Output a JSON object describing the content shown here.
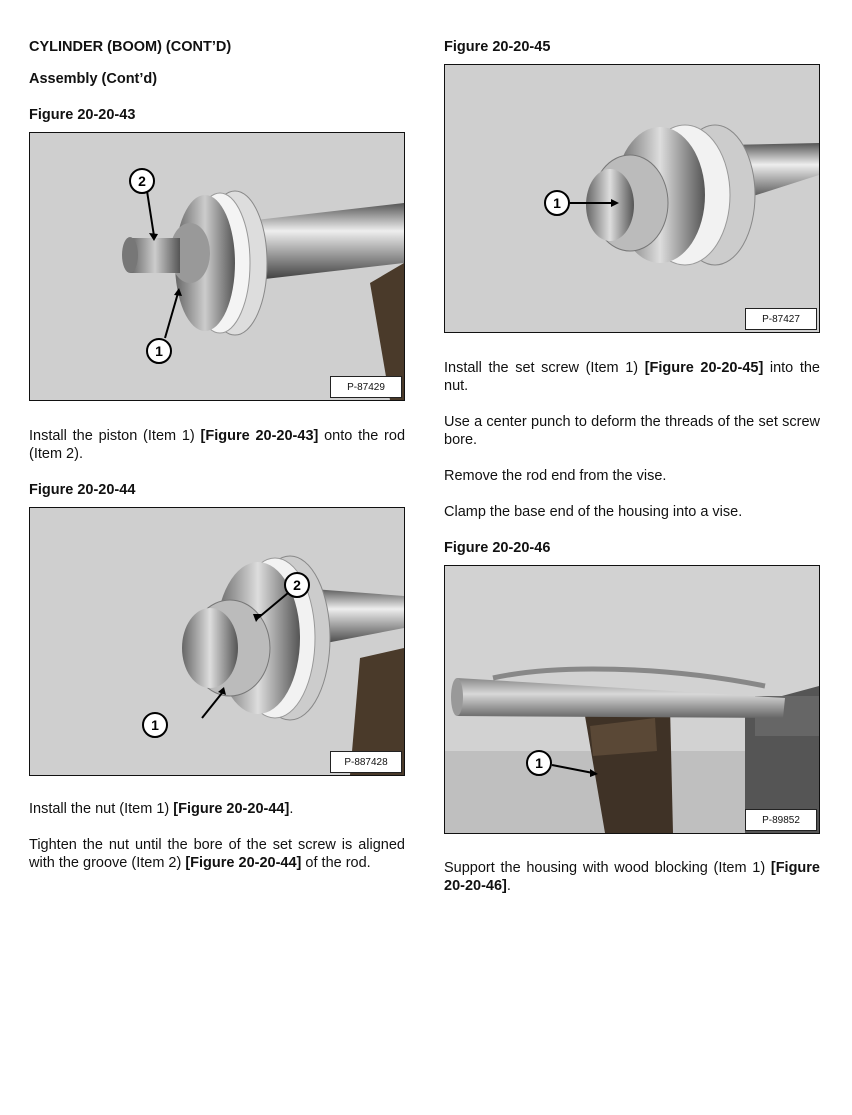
{
  "header": {
    "title": "CYLINDER (BOOM) (CONT’D)",
    "subtitle": "Assembly (Cont’d)"
  },
  "figures": {
    "f43": {
      "label": "Figure 20-20-43",
      "pnum": "P-87429",
      "callouts": [
        "2",
        "1"
      ]
    },
    "f44": {
      "label": "Figure 20-20-44",
      "pnum": "P-887428",
      "callouts": [
        "2",
        "1"
      ]
    },
    "f45": {
      "label": "Figure 20-20-45",
      "pnum": "P-87427",
      "callouts": [
        "1"
      ]
    },
    "f46": {
      "label": "Figure 20-20-46",
      "pnum": "P-89852",
      "callouts": [
        "1"
      ]
    }
  },
  "text": {
    "p1": {
      "a": "Install the piston (Item 1) ",
      "b": "[Figure 20-20-43]",
      "c": " onto the rod (Item 2)."
    },
    "p2": {
      "a": "Install the nut (Item 1) ",
      "b": "[Figure 20-20-44]",
      "c": "."
    },
    "p3": {
      "a": "Tighten the nut until the bore of the set screw is aligned with the groove (Item 2) ",
      "b": "[Figure 20-20-44]",
      "c": " of the rod."
    },
    "p4": {
      "a": "Install the set screw (Item 1) ",
      "b": "[Figure 20-20-45]",
      "c": " into the nut."
    },
    "p5": "Use a center punch to deform the threads of the set screw bore.",
    "p6": "Remove the rod end from the vise.",
    "p7": "Clamp the base end of the housing into a vise.",
    "p8": {
      "a": "Support the housing with wood blocking (Item 1) ",
      "b": "[Figure 20-20-46]",
      "c": "."
    }
  }
}
